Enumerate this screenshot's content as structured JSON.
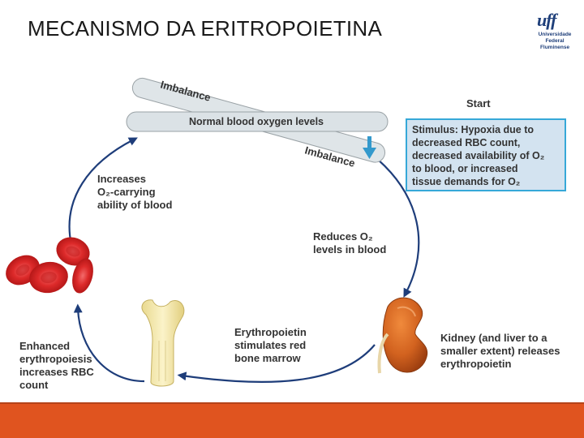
{
  "title": "MECANISMO DA ERITROPOIETINA",
  "logo": {
    "mark": "uff",
    "line1": "Universidade",
    "line2": "Federal",
    "line3": "Fluminense"
  },
  "diagram": {
    "imbalance_top": "Imbalance",
    "imbalance_bottom": "Imbalance",
    "normal_bar": "Normal blood oxygen levels",
    "start": "Start",
    "stimulus": [
      "Stimulus: Hypoxia due to",
      "decreased RBC count,",
      "decreased availability of O₂",
      "to blood, or increased",
      "tissue demands for O₂"
    ],
    "increases": [
      "Increases",
      "O₂-carrying",
      "ability of blood"
    ],
    "reduces": [
      "Reduces O₂",
      "levels in blood"
    ],
    "erythropoietin": [
      "Erythropoietin",
      "stimulates red",
      "bone marrow"
    ],
    "kidney": [
      "Kidney (and liver to a",
      "smaller extent) releases",
      "erythropoietin"
    ],
    "enhanced": [
      "Enhanced",
      "erythropoiesis",
      "increases RBC",
      "count"
    ]
  },
  "colors": {
    "accent_orange": "#e0541f",
    "arrow_blue": "#3399cc",
    "box_fill": "#d3e3f0",
    "box_border": "#36a8d8",
    "cycle_arrow": "#1e3d7a"
  }
}
